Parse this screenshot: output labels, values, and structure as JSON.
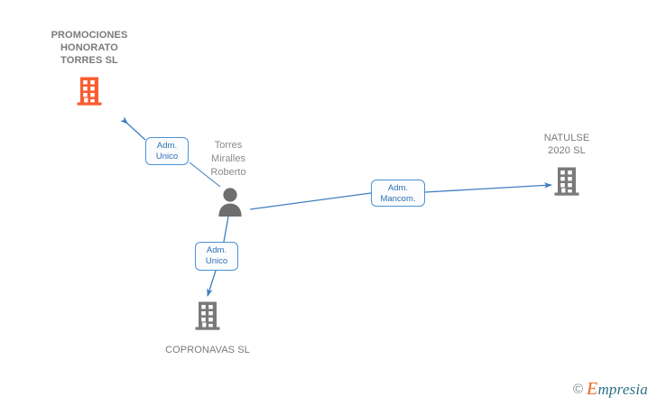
{
  "diagram": {
    "type": "company-relationship-graph",
    "background_color": "#ffffff",
    "edge_color": "#3f7fc1",
    "company_orange": "#fa5c32",
    "company_gray": "#7a7a7a",
    "person_color": "#6e6e6e",
    "nodes": [
      {
        "id": "promociones",
        "kind": "company",
        "label": "PROMOCIONES\nHONORATO\nTORRES SL",
        "color": "#fa5c32",
        "highlighted": true,
        "icon": "building-icon"
      },
      {
        "id": "person",
        "kind": "person",
        "label": "Torres\nMiralles\nRoberto",
        "color": "#6e6e6e",
        "icon": "person-icon"
      },
      {
        "id": "natulse",
        "kind": "company",
        "label": "NATULSE\n2020 SL",
        "color": "#7a7a7a",
        "highlighted": false,
        "icon": "building-icon"
      },
      {
        "id": "copronavas",
        "kind": "company",
        "label": "COPRONAVAS SL",
        "color": "#7a7a7a",
        "highlighted": false,
        "icon": "building-icon"
      }
    ],
    "edges": [
      {
        "id": "edge-promociones",
        "from": "person",
        "to": "promociones",
        "label": "Adm.\nUnico",
        "direction": "up-left"
      },
      {
        "id": "edge-natulse",
        "from": "person",
        "to": "natulse",
        "label": "Adm.\nMancom.",
        "direction": "right"
      },
      {
        "id": "edge-copronavas",
        "from": "person",
        "to": "copronavas",
        "label": "Adm.\nUnico",
        "direction": "down"
      }
    ]
  },
  "watermark": {
    "copyright": "©",
    "brand_cap": "E",
    "brand_rest": "mpresia"
  }
}
